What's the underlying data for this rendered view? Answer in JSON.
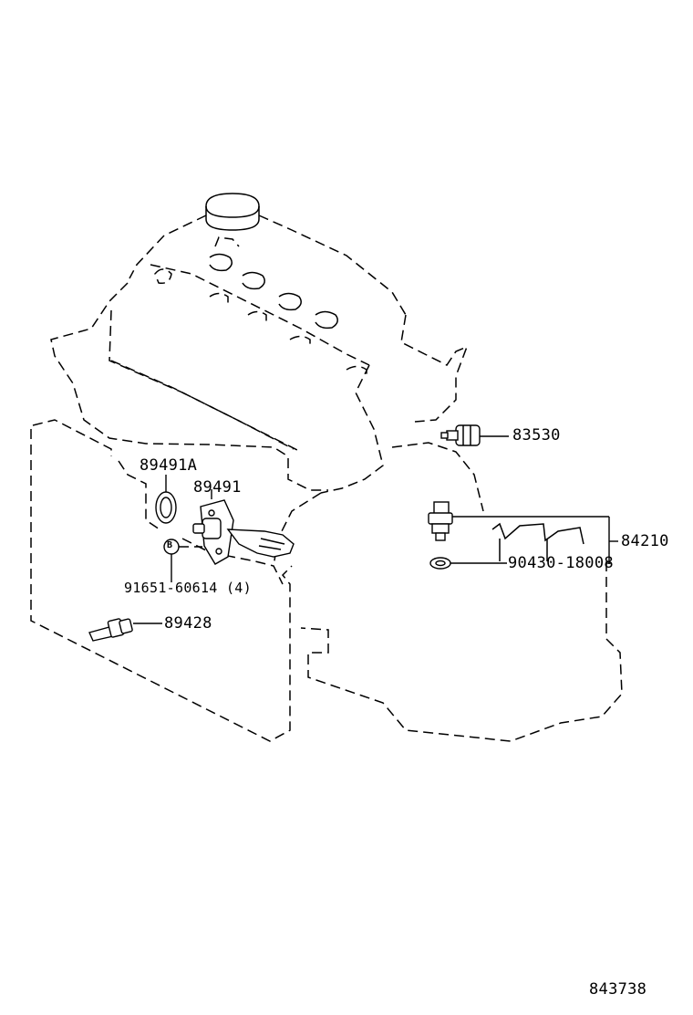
{
  "callouts": {
    "p83530": "83530",
    "p84210": "84210",
    "p89491A": "89491A",
    "p89491": "89491",
    "p91651": "91651-60614 (4)",
    "p90430": "90430-18008",
    "p89428": "89428"
  },
  "bolt_marker": "B",
  "illustration_code": "843738"
}
